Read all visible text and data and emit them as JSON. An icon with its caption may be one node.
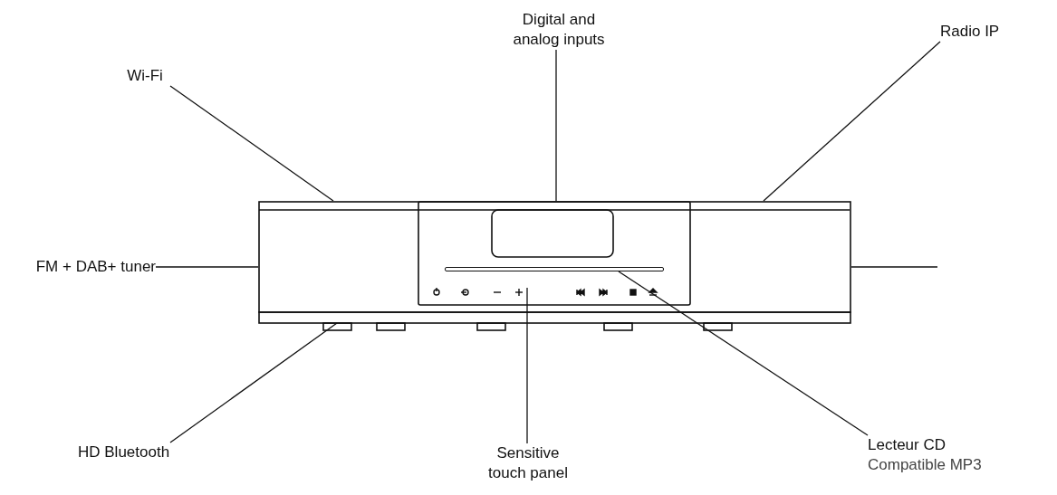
{
  "diagram": {
    "nodes": [
      {
        "text": [
          "Wi-Fi"
        ]
      },
      {
        "text": [
          "Digital and analog inputs"
        ]
      },
      {
        "text": [
          "Radio IP"
        ]
      },
      {
        "text": [
          "FM + DAB+ tuner"
        ]
      },
      {
        "text": [
          "HD Bluetooth"
        ]
      },
      {
        "text": [
          "Sensitive touch panel"
        ]
      },
      {
        "text": [
          "Lecteur CD",
          "Compatible MP3"
        ]
      },
      {
        "text": [],
        "shape": "picture"
      },
      {
        "text": [],
        "shape": "bar",
        "in": 7
      }
    ],
    "edges": [
      {
        "from": 0,
        "to": 7,
        "arrow": "none"
      },
      {
        "from": 1,
        "to": 7,
        "arrow": "none"
      },
      {
        "from": 2,
        "to": 7,
        "arrow": "none"
      },
      {
        "from": 3,
        "to": 7,
        "arrow": "none"
      },
      {
        "from": null,
        "to": 7,
        "arrow": "none"
      },
      {
        "from": 4,
        "to": 7,
        "arrow": "none"
      },
      {
        "from": 5,
        "to": 7,
        "arrow": "none"
      },
      {
        "from": 6,
        "to": 8,
        "arrow": "none"
      }
    ]
  }
}
